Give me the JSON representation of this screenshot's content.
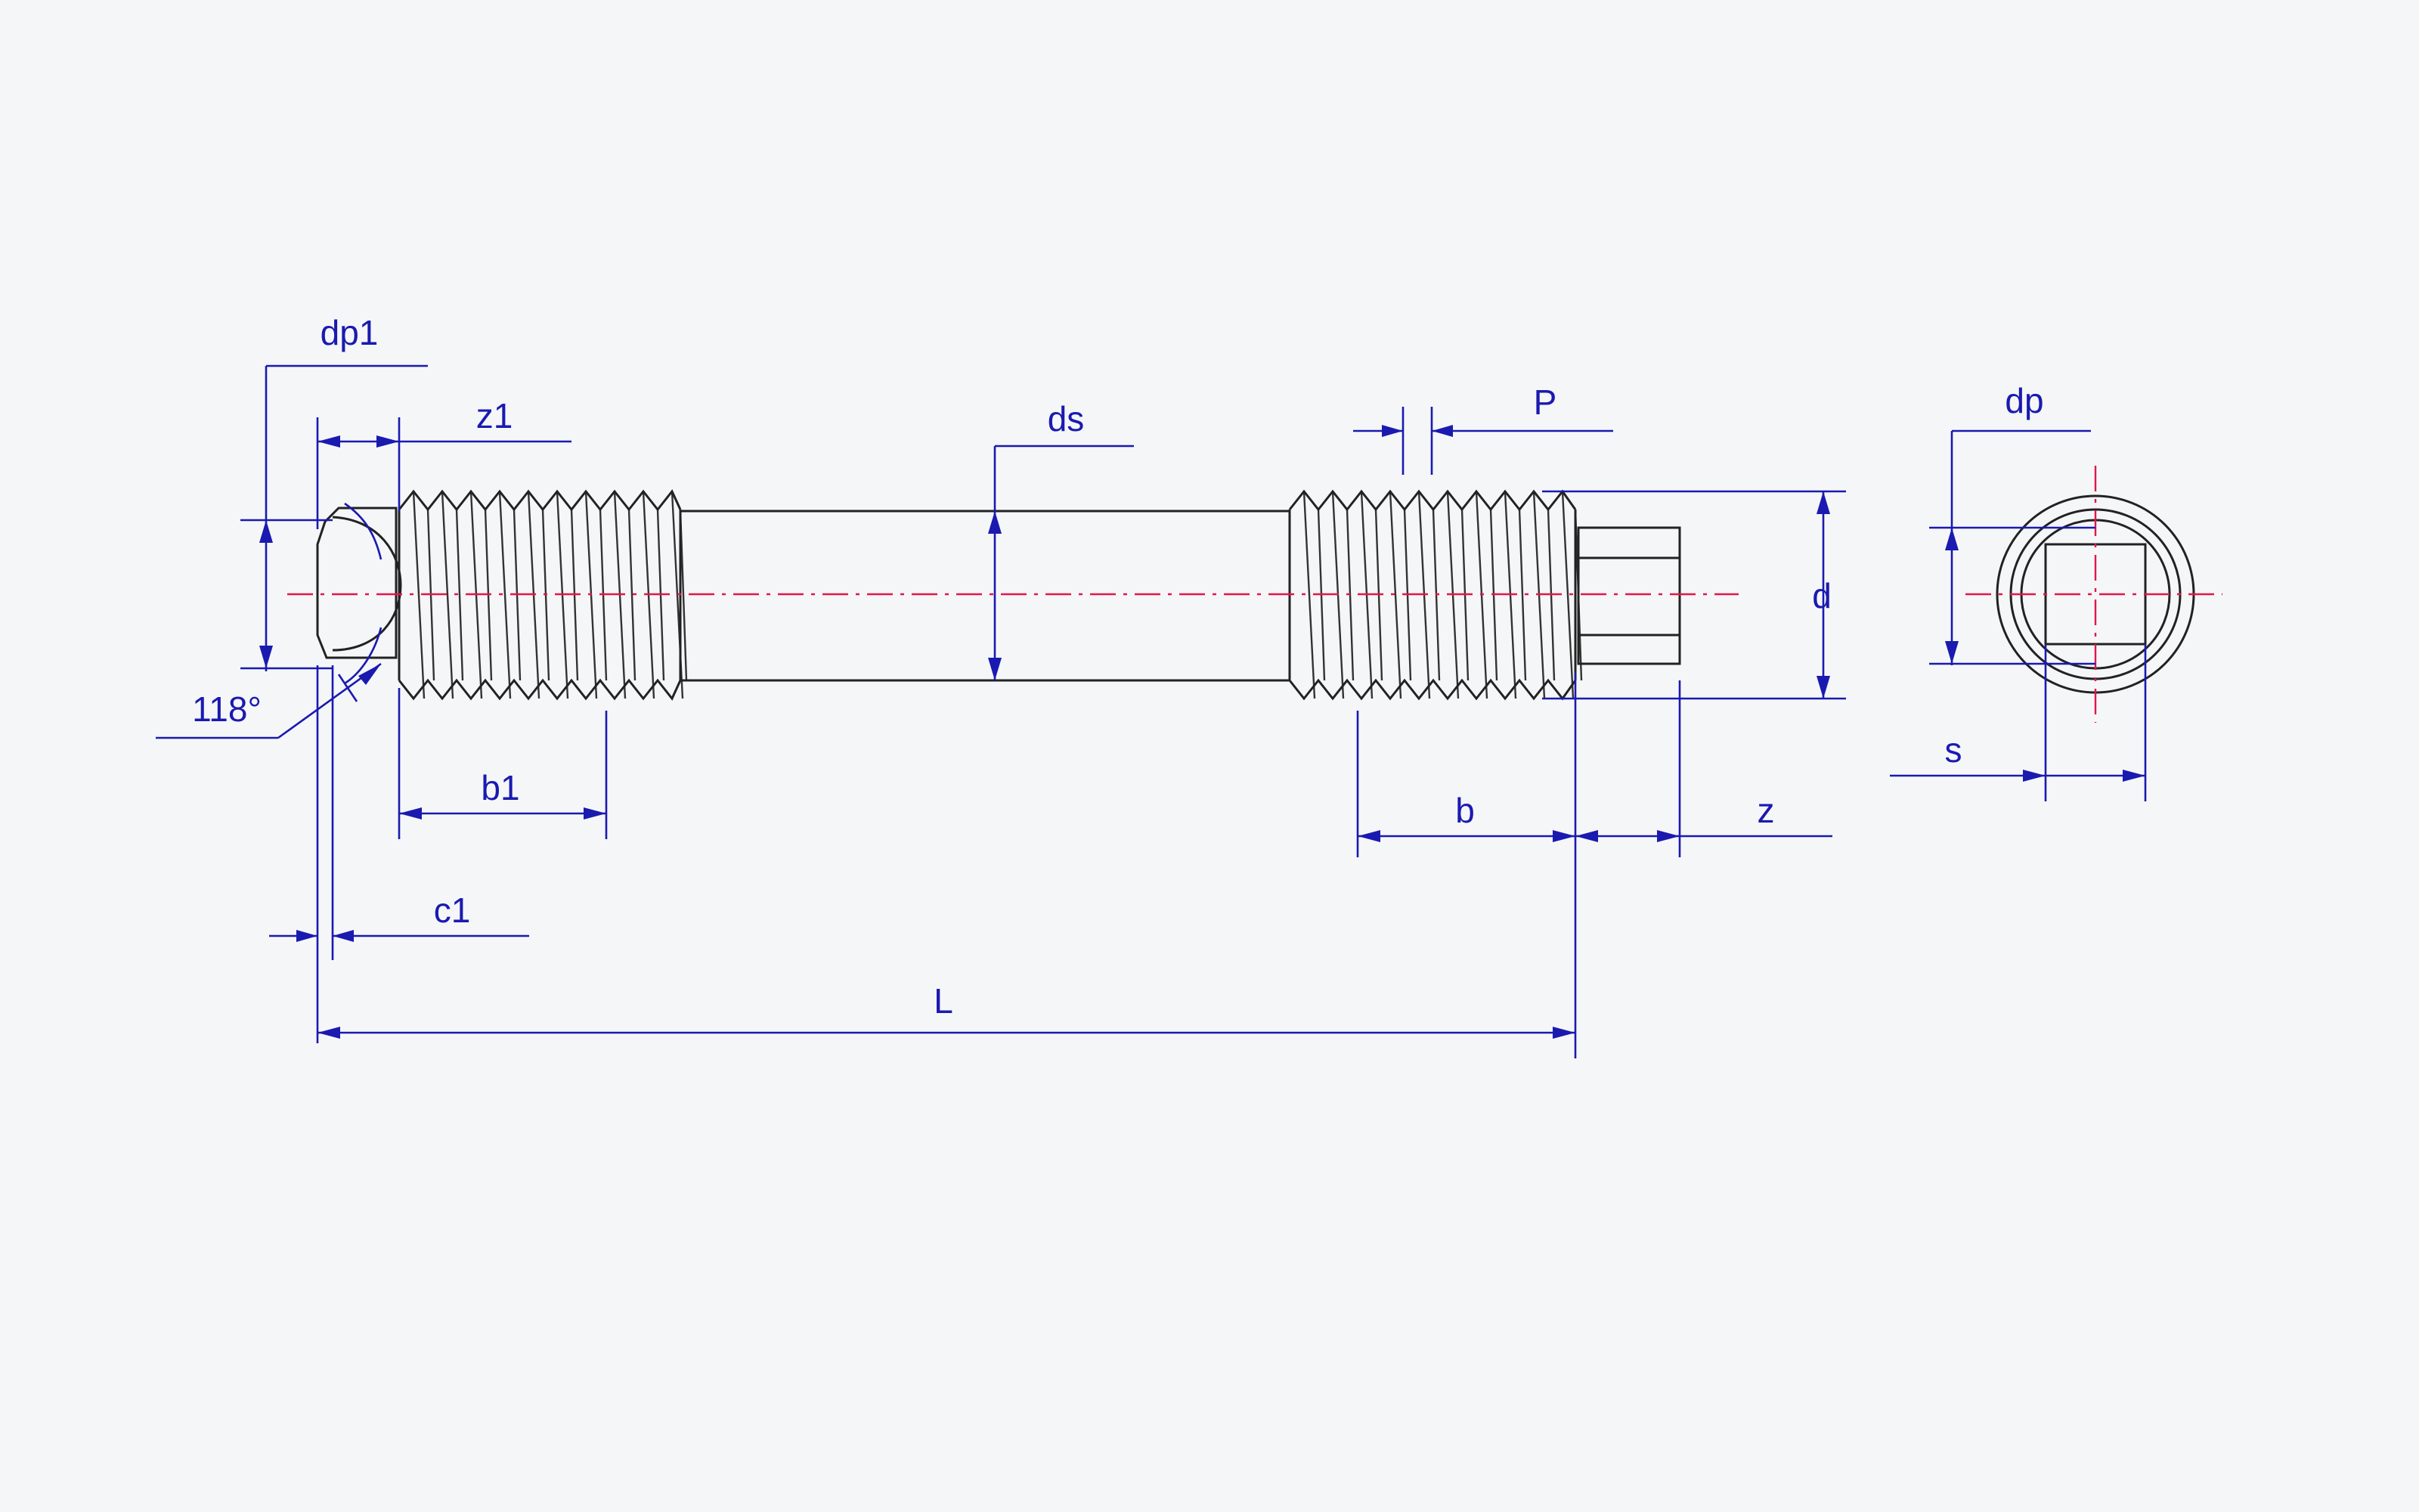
{
  "drawing": {
    "labels": {
      "dp1": "dp1",
      "z1": "z1",
      "angle": "118°",
      "b1": "b1",
      "c1": "c1",
      "ds": "ds",
      "P": "P",
      "d": "d",
      "b": "b",
      "z": "z",
      "L": "L",
      "dp": "dp",
      "s": "s"
    },
    "colors": {
      "dimension": "#1a1ab0",
      "centerline": "#e0174a",
      "part": "#222222",
      "background": "#f5f6f8"
    }
  }
}
